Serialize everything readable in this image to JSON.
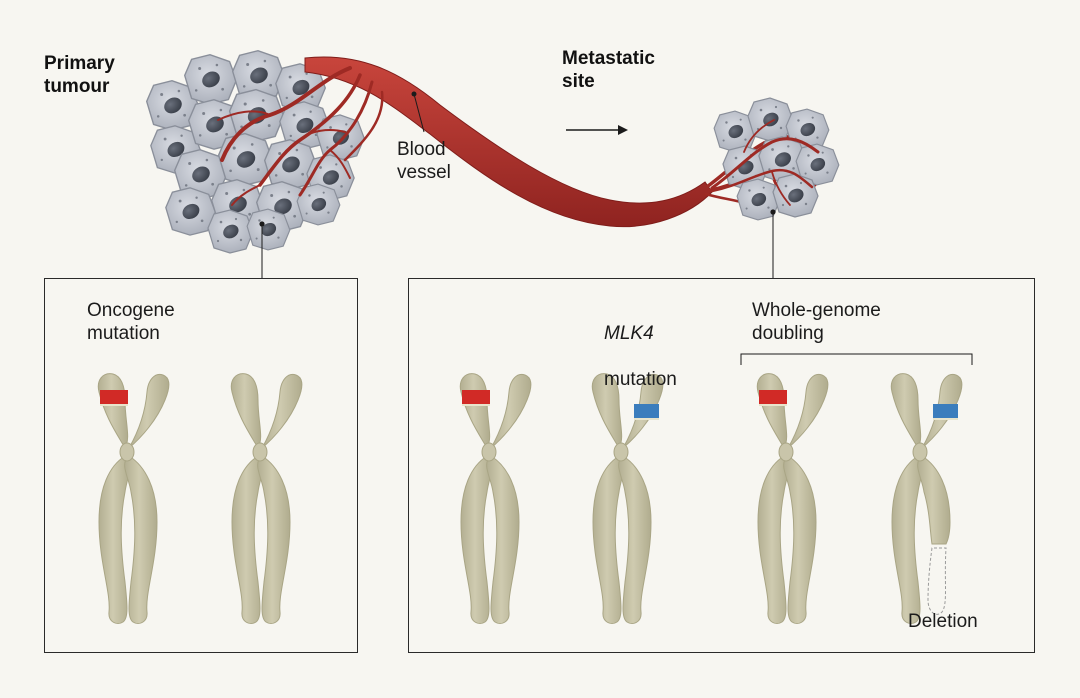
{
  "labels": {
    "primary_tumour": "Primary\ntumour",
    "metastatic_site": "Metastatic\nsite",
    "blood_vessel": "Blood\nvessel",
    "oncogene_mutation": "Oncogene\nmutation",
    "mlk4_gene": "MLK4",
    "mlk4_mutation": "mutation",
    "whole_genome_doubling": "Whole-genome\ndoubling",
    "deletion": "Deletion"
  },
  "colors": {
    "background": "#f7f6f1",
    "cell_fill": "#c2c6cf",
    "cell_outline": "#8a8f9a",
    "nucleus": "#4a505b",
    "vessel": "#b5332c",
    "vessel_dark": "#7f1d1a",
    "chromosome": "#c6c2a4",
    "chromosome_outline": "#a9a585",
    "oncogene_mutation": "#d12a26",
    "mlk4_mutation": "#3b7dbd",
    "box_border": "#2a2a2a"
  },
  "icons": {
    "arrow": "right-arrow-icon"
  }
}
